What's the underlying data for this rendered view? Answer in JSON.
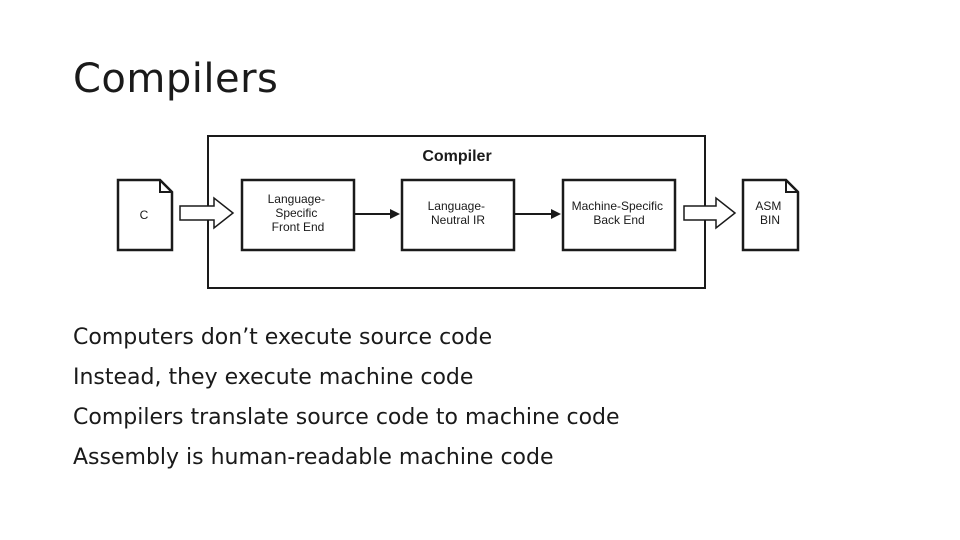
{
  "slide": {
    "title": "Compilers",
    "bullets": [
      "Computers don’t execute source code",
      "Instead, they execute machine code",
      "Compilers translate source code to machine code",
      "Assembly is human-readable machine code"
    ]
  },
  "diagram": {
    "compiler_label": "Compiler",
    "input_file": {
      "label": "C"
    },
    "stages": [
      {
        "lines": [
          "Language-",
          "Specific",
          "Front End"
        ]
      },
      {
        "lines": [
          "Language-",
          "Neutral IR"
        ]
      },
      {
        "lines": [
          "Machine-Specific",
          "Back End"
        ]
      }
    ],
    "output_file": {
      "lines": [
        "ASM",
        "BIN"
      ]
    }
  }
}
